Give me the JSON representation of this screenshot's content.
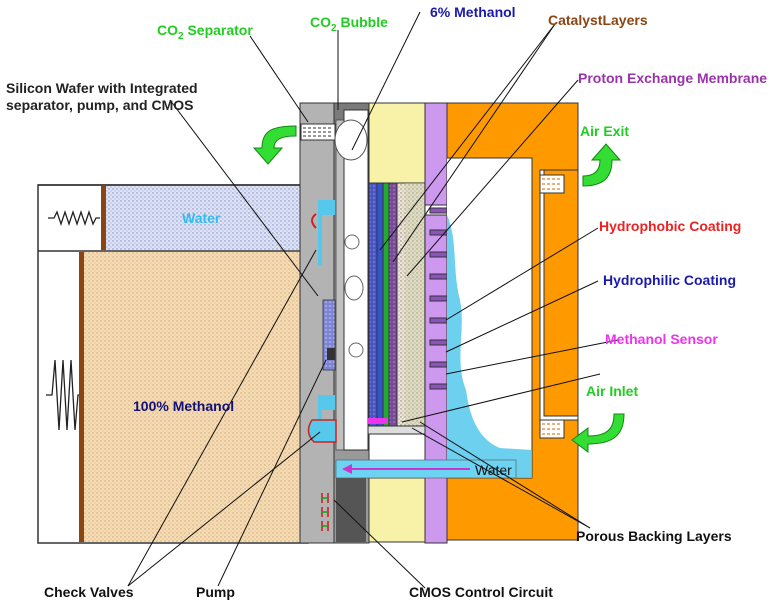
{
  "labels": {
    "co2_separator": {
      "pre": "CO",
      "sub": "2",
      "post": " Separator"
    },
    "co2_bubble": {
      "pre": "CO",
      "sub": "2",
      "post": " Bubble"
    },
    "methanol_6": "6% Methanol",
    "catalyst_layers": "CatalystLayers",
    "silicon_wafer_line1": "Silicon Wafer with Integrated",
    "silicon_wafer_line2": "separator, pump, and CMOS",
    "proton_exchange_membrane": "Proton Exchange Membrane",
    "air_exit": "Air Exit",
    "water_tank": "Water",
    "hydrophobic_coating": "Hydrophobic Coating",
    "hydrophilic_coating": "Hydrophilic Coating",
    "methanol_sensor": "Methanol Sensor",
    "methanol_100": "100% Methanol",
    "air_inlet": "Air Inlet",
    "water_channel": "Water",
    "porous_backing_layers": "Porous Backing Layers",
    "check_valves": "Check Valves",
    "pump": "Pump",
    "cmos_control_circuit": "CMOS Control Circuit"
  },
  "colors": {
    "green_label": "#22cc22",
    "blue_label": "#1a1aaa",
    "brown_label": "#8b4513",
    "purple_label": "#9933aa",
    "red_label": "#ee2222",
    "magenta_label": "#ee33ee",
    "navy_label": "#111177",
    "orange_frame": "#ff9900",
    "water_blue": "#44ccee",
    "membrane_purple": "#cc99ee",
    "wafer_gray": "#b0b0b0",
    "methanol_tan": "#f2d9b4"
  }
}
